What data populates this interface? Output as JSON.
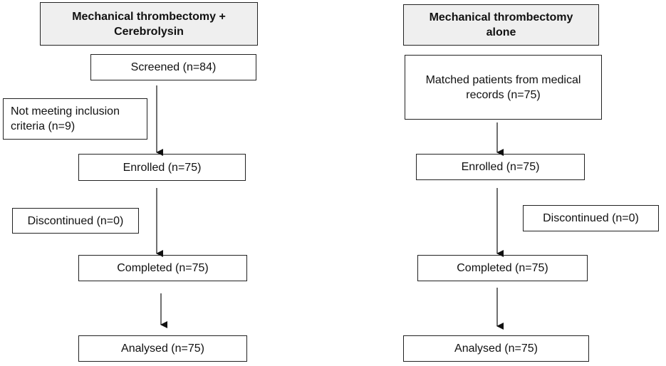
{
  "arm_left": {
    "header": "Mechanical thrombectomy +\nCerebrolysin",
    "screened": "Screened (n=84)",
    "excluded": "Not meeting inclusion\ncriteria (n=9)",
    "enrolled": "Enrolled (n=75)",
    "discontinued": "Discontinued (n=0)",
    "completed": "Completed (n=75)",
    "analysed": "Analysed (n=75)"
  },
  "arm_right": {
    "header": "Mechanical thrombectomy\nalone",
    "matched": "Matched patients from medical\nrecords (n=75)",
    "enrolled": "Enrolled (n=75)",
    "discontinued": "Discontinued (n=0)",
    "completed": "Completed (n=75)",
    "analysed": "Analysed (n=75)"
  },
  "colors": {
    "header_fill": "#efefef",
    "border": "#222222",
    "arrow": "#111111"
  }
}
